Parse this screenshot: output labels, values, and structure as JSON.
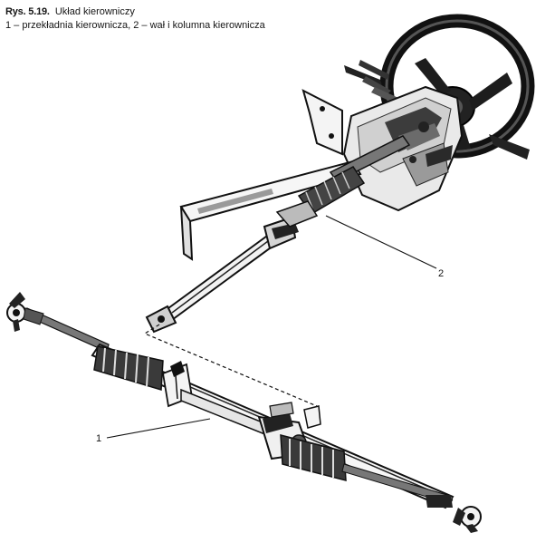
{
  "caption": {
    "figure_number": "Rys. 5.19.",
    "title": "Układ kierowniczy",
    "legend": "1 – przekładnia kierownicza, 2 – wał i kolumna kierownicza"
  },
  "callouts": [
    {
      "id": "1",
      "label": "1"
    },
    {
      "id": "2",
      "label": "2"
    }
  ]
}
